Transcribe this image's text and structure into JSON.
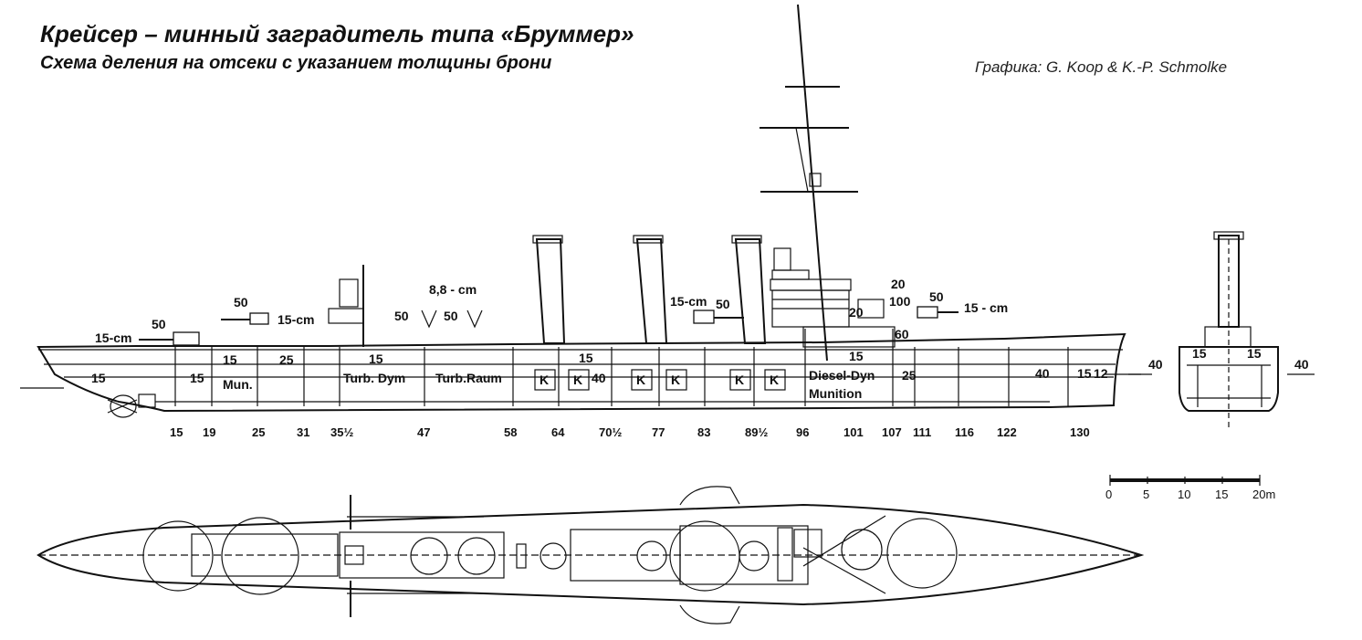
{
  "header": {
    "title": "Крейсер – минный заградитель типа «Бруммер»",
    "subtitle": "Схема деления на отсеки с указанием толщины брони",
    "credit": "Графика: G. Koop & K.-P. Schmolke"
  },
  "labels": {
    "gun_15cm_aft": "15-cm",
    "armor_50_aft": "50",
    "armor_50_aft2": "50",
    "gun_15cm_aft2": "15-cm",
    "armor_15_stern": "15",
    "armor_15_mun1": "15",
    "armor_15_mun2": "15",
    "munition_aft": "Mun.",
    "armor_25_aft": "25",
    "armor_15_turb": "15",
    "turb_dym": "Turb. Dym",
    "turb_raum": "Turb.Raum",
    "gun_88": "8,8 - cm",
    "armor_50_88a": "50",
    "armor_50_88b": "50",
    "armor_15_boiler": "15",
    "boiler_k1": "K",
    "boiler_k2": "K",
    "armor_40_boiler": "40",
    "boiler_k3": "K",
    "boiler_k4": "K",
    "boiler_k5": "K",
    "boiler_k6": "K",
    "gun_15cm_mid": "15-cm",
    "armor_50_mid": "50",
    "armor_20_bridge": "20",
    "armor_100_bridge": "100",
    "armor_20_bridge2": "20",
    "armor_60": "60",
    "armor_50_fwd": "50",
    "gun_15cm_fwd": "15 - cm",
    "armor_15_diesel": "15",
    "diesel_dyn": "Diesel-Dyn",
    "munition_fwd": "Munition",
    "armor_25_fwd": "25",
    "armor_40_bow": "40",
    "armor_15_bow": "15",
    "armor_12_bow": "12",
    "sec_40_left": "40",
    "sec_15_left": "15",
    "sec_15_right": "15",
    "sec_40_right": "40"
  },
  "frames": [
    "15",
    "19",
    "25",
    "31",
    "35½",
    "47",
    "58",
    "64",
    "70½",
    "77",
    "83",
    "89½",
    "96",
    "101",
    "107",
    "111",
    "116",
    "122",
    "130"
  ],
  "scale_bar": {
    "ticks": [
      "0",
      "5",
      "10",
      "15",
      "20m"
    ]
  }
}
